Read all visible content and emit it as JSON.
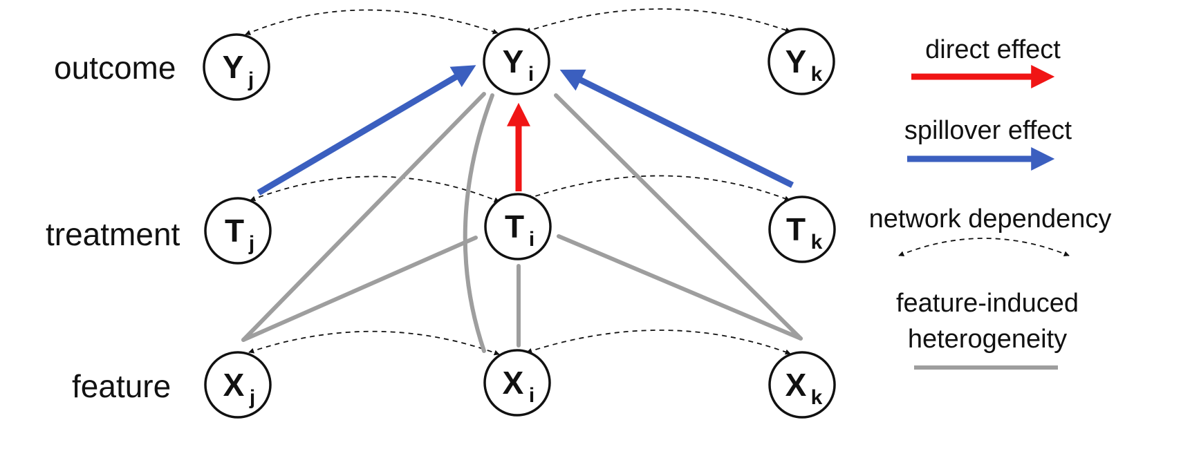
{
  "row_labels": {
    "outcome": "outcome",
    "treatment": "treatment",
    "feature": "feature"
  },
  "nodes": {
    "yj": {
      "letter": "Y",
      "sub": "j"
    },
    "yi": {
      "letter": "Y",
      "sub": "i"
    },
    "yk": {
      "letter": "Y",
      "sub": "k"
    },
    "tj": {
      "letter": "T",
      "sub": "j"
    },
    "ti": {
      "letter": "T",
      "sub": "i"
    },
    "tk": {
      "letter": "T",
      "sub": "k"
    },
    "xj": {
      "letter": "X",
      "sub": "j"
    },
    "xi": {
      "letter": "X",
      "sub": "i"
    },
    "xk": {
      "letter": "X",
      "sub": "k"
    }
  },
  "legend": {
    "direct_effect": "direct effect",
    "spillover_effect": "spillover effect",
    "network_dependency": "network dependency",
    "heterogeneity_line1": "feature-induced",
    "heterogeneity_line2": "heterogeneity"
  },
  "colors": {
    "direct_effect": "#f01515",
    "spillover_effect": "#3b5fbf",
    "heterogeneity": "#9e9e9e",
    "network_dependency": "#111111"
  }
}
